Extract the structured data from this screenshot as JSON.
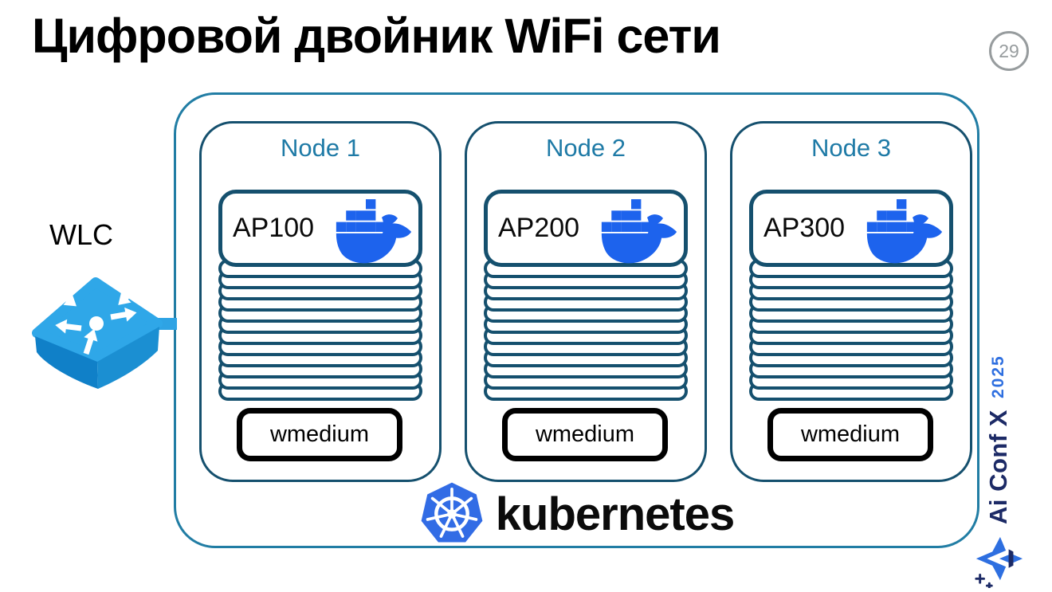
{
  "slide": {
    "title": "Цифровой двойник WiFi сети",
    "page_number": "29"
  },
  "wlc": {
    "label": "WLC",
    "icon": "network-switch-icon"
  },
  "cluster": {
    "stack_layer_count": 12,
    "nodes": [
      {
        "label": "Node 1",
        "container_label": "AP100",
        "container_icon": "docker-whale-icon",
        "medium_label": "wmedium"
      },
      {
        "label": "Node 2",
        "container_label": "AP200",
        "container_icon": "docker-whale-icon",
        "medium_label": "wmedium"
      },
      {
        "label": "Node 3",
        "container_label": "AP300",
        "container_icon": "docker-whale-icon",
        "medium_label": "wmedium"
      }
    ],
    "platform_label": "kubernetes",
    "platform_icon": "kubernetes-wheel-icon"
  },
  "branding": {
    "event": "Ai Conf X",
    "year": "2025",
    "logo": "aiconf-logo-icon"
  },
  "colors": {
    "outer-border": "#217da4",
    "node-border": "#15506e",
    "node-label": "#1e7aa6",
    "docker-blue": "#1d63ed",
    "k8s-blue": "#326ce5",
    "switch-top": "#2fa7e8",
    "switch-front": "#1080c8",
    "switch-side": "#1b8fd2",
    "connector": "#2ea3e4",
    "badge-gray": "#979c9e",
    "brand-navy": "#1c2a66",
    "brand-blue": "#2e6fe0"
  }
}
